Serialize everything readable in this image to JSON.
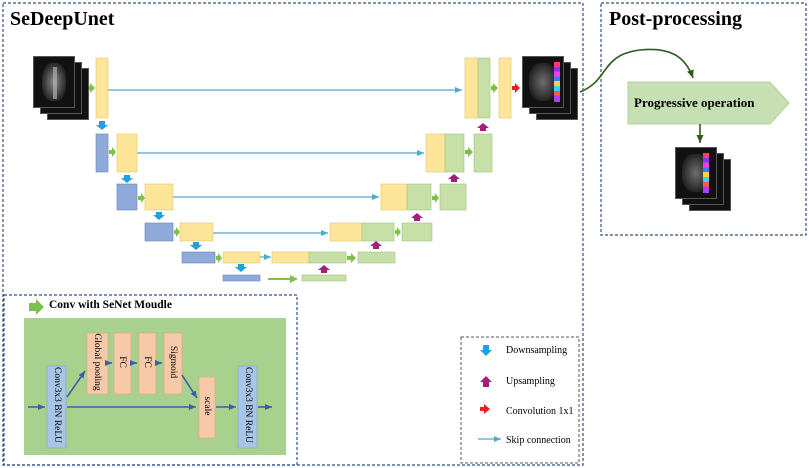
{
  "titles": {
    "sedeepunet": "SeDeepUnet",
    "post_processing": "Post-processing"
  },
  "post": {
    "progressive_operation": "Progressive operation"
  },
  "senet_panel": {
    "header": "Conv with SeNet Moudle",
    "conv_block_left": "Conv3x3 BN ReLU",
    "global_pooling": "Global pooling",
    "fc1": "FC",
    "fc2": "FC",
    "sigmoid": "Sigmoid",
    "scale": "scale",
    "conv_block_right": "Conv3x3 BN ReLU"
  },
  "legend": {
    "downsampling": "Downsampling",
    "upsampling": "Upsampling",
    "convolution": "Convolution 1x1",
    "skip": "Skip connection"
  },
  "colors": {
    "yellow_block": "#fde69a",
    "green_block": "#c6e0a8",
    "blue_block": "#8fa9d9",
    "panel_green": "#a9d18e",
    "salmon_block": "#f7c9a8",
    "light_blue_block": "#a7c5e6",
    "skip_arrow": "#4bacc6",
    "downsample_arrow": "#1fa0e0",
    "upsample_arrow": "#a0207a",
    "conv1x1_arrow": "#e82020",
    "conv_senet_arrow": "#7dc14b",
    "dashed_border": "#2f4f8a",
    "progressive_fill": "#c6e0b4"
  }
}
